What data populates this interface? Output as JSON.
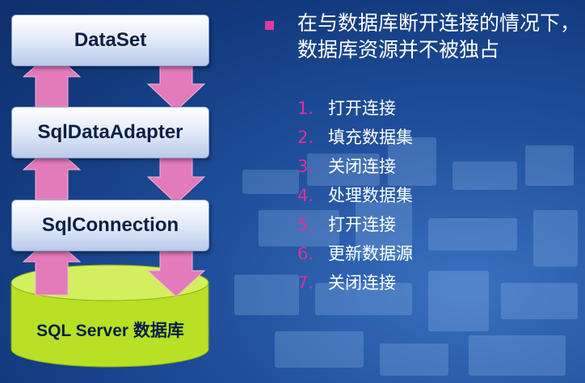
{
  "diagram": {
    "layers": [
      {
        "id": "dataset",
        "label": "DataSet"
      },
      {
        "id": "adapter",
        "label": "SqlDataAdapter"
      },
      {
        "id": "connection",
        "label": "SqlConnection"
      }
    ],
    "database": {
      "label": "SQL Server 数据库"
    }
  },
  "content": {
    "headline": "在与数据库断开连接的情况下，数据库资源并不被独占",
    "steps": [
      {
        "num": "1.",
        "text": "打开连接"
      },
      {
        "num": "2.",
        "text": "填充数据集"
      },
      {
        "num": "3.",
        "text": "关闭连接"
      },
      {
        "num": "4.",
        "text": "处理数据集"
      },
      {
        "num": "5.",
        "text": "打开连接"
      },
      {
        "num": "6.",
        "text": "更新数据源"
      },
      {
        "num": "7.",
        "text": "关闭连接"
      }
    ]
  },
  "colors": {
    "arrow": "#e37ab9",
    "bullet": "#e03c9c",
    "number": "#d9339a",
    "cylinder": "#b8e024"
  }
}
